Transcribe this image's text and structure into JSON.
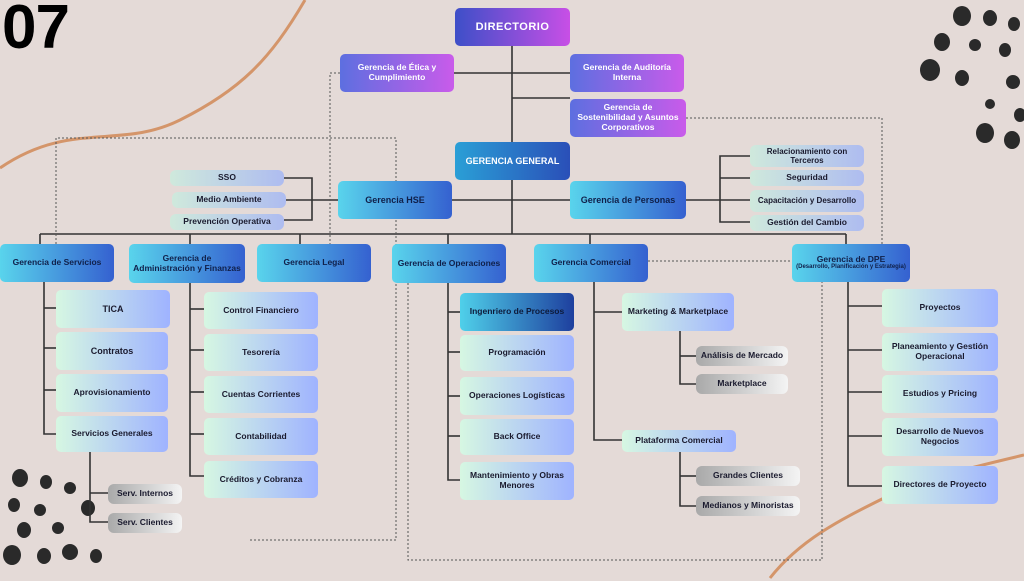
{
  "slide_number": "07",
  "boxes": {
    "directorio": "DIRECTORIO",
    "etica": "Gerencia de Ética y Cumplimiento",
    "auditoria": "Gerencia de Auditoría Interna",
    "sostenibilidad": "Gerencia de Sostenibilidad y Asuntos Corporativos",
    "general": "GERENCIA GENERAL",
    "hse": "Gerencia HSE",
    "personas": "Gerencia de Personas",
    "sso": "SSO",
    "medio_ambiente": "Medio Ambiente",
    "prevencion": "Prevención Operativa",
    "relacionamiento": "Relacionamiento con Terceros",
    "seguridad": "Seguridad",
    "capacitacion": "Capacitación y Desarrollo",
    "cambio": "Gestión del Cambio",
    "servicios": "Gerencia de Servicios",
    "admin": "Gerencia de Administración y Finanzas",
    "legal": "Gerencia Legal",
    "operaciones": "Gerencia de Operaciones",
    "comercial": "Gerencia Comercial",
    "dpe": "Gerencia de DPE",
    "dpe_sub": "(Desarrollo, Planificación y Estrategia)",
    "tica": "TICA",
    "contratos": "Contratos",
    "aprovisionamiento": "Aprovisionamiento",
    "serv_generales": "Servicios Generales",
    "serv_internos": "Serv. Internos",
    "serv_clientes": "Serv. Clientes",
    "control": "Control Financiero",
    "tesoreria": "Tesorería",
    "cuentas": "Cuentas Corrientes",
    "contabilidad": "Contabilidad",
    "creditos": "Créditos y Cobranza",
    "ingeniero": "Ingenriero de Procesos",
    "programacion": "Programación",
    "logisticas": "Operaciones Logísticas",
    "backoffice": "Back Office",
    "mantenimiento": "Mantenimiento y Obras Menores",
    "marketing": "Marketing & Marketplace",
    "analisis": "Análisis de Mercado",
    "marketplace": "Marketplace",
    "plataforma": "Plataforma Comercial",
    "grandes": "Grandes Clientes",
    "medianos": "Medianos y Minoristas",
    "proyectos": "Proyectos",
    "planeamiento": "Planeamiento y Gestión Operacional",
    "estudios": "Estudios y Pricing",
    "desarrollo": "Desarrollo de Nuevos Negocios",
    "directores": "Directores de Proyecto"
  },
  "colors": {
    "background": "#e4dad7",
    "line": "#333333",
    "accent_curve": "#d4956a",
    "dots": "#2a2a2a"
  }
}
